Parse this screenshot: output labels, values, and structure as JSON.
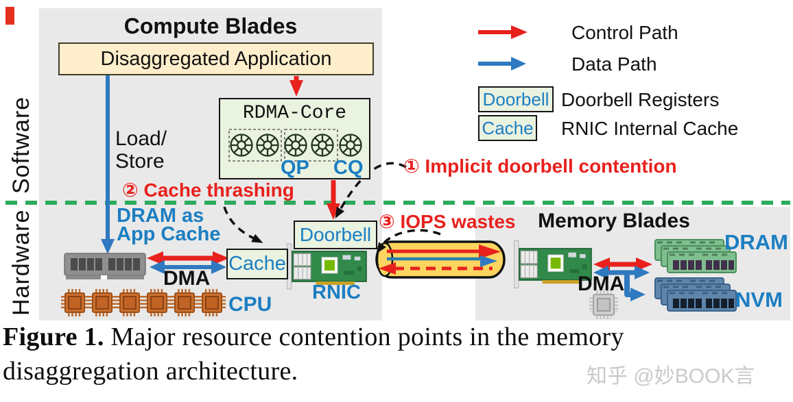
{
  "colors": {
    "red": "#e8211d",
    "blue_text": "#1b7ec2",
    "blue_arrow": "#2e79c0",
    "green_divider": "#2cab5d",
    "box_green": "#eaf2e0",
    "box_yellow": "#ffeecb",
    "panel_gray": "#e9e9e9",
    "cylinder_yellow": "#fbd55f"
  },
  "left_rail": {
    "software": "Software",
    "hardware": "Hardware"
  },
  "compute": {
    "title": "Compute Blades",
    "app_box": "Disaggregated Application",
    "load_store": "Load/\nStore",
    "rdma_title": "RDMA-Core",
    "qp": "QP",
    "cq": "CQ"
  },
  "issues": {
    "doorbell": "① Implicit doorbell contention",
    "cache": "② Cache thrashing",
    "iops": "③ IOPS wastes"
  },
  "legend": {
    "control": "Control Path",
    "data": "Data Path",
    "doorbell_box": "Doorbell",
    "doorbell_desc": "Doorbell Registers",
    "cache_box": "Cache",
    "cache_desc": "RNIC Internal Cache"
  },
  "hardware": {
    "dram_as": "DRAM as\nApp Cache",
    "dma_left": "DMA",
    "cache_box": "Cache",
    "doorbell_box": "Doorbell",
    "rnic": "RNIC",
    "cpu": "CPU"
  },
  "memory": {
    "title": "Memory Blades",
    "dma": "DMA",
    "dram": "DRAM",
    "nvm": "NVM"
  },
  "caption": {
    "label": "Figure 1.",
    "line1": " Major resource contention points in the memory",
    "line2": "disaggregation architecture."
  },
  "watermark": "知乎 @妙BOOK言"
}
